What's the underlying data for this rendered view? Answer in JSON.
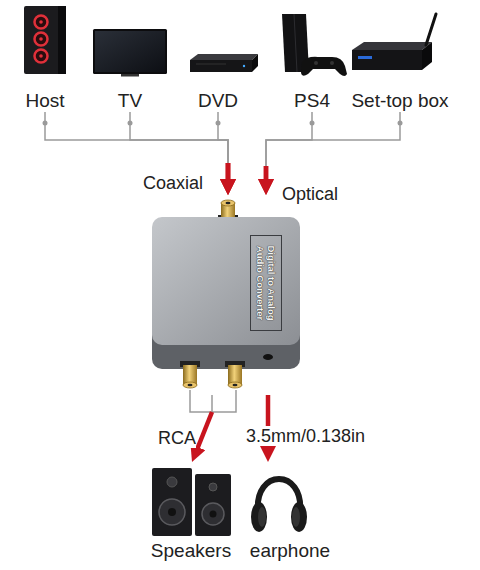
{
  "diagram": {
    "nodes": [
      {
        "text": [
          "Host"
        ]
      },
      {
        "text": [
          "TV"
        ]
      },
      {
        "text": [
          "DVD"
        ]
      },
      {
        "text": [
          "PS4"
        ]
      },
      {
        "text": [
          "Set-top box"
        ]
      },
      {
        "text": [
          "Digital to Analog",
          "Audio Converter"
        ]
      },
      {
        "text": [
          "Speakers"
        ]
      },
      {
        "text": [
          "earphone"
        ]
      }
    ],
    "edges": [
      {
        "from": 0,
        "to": 5,
        "arrow": "to"
      },
      {
        "from": 1,
        "to": 5,
        "arrow": "to"
      },
      {
        "from": 2,
        "to": 5,
        "arrow": "to"
      },
      {
        "from": 3,
        "to": 5,
        "arrow": "to"
      },
      {
        "from": 4,
        "to": 5,
        "arrow": "to"
      },
      {
        "from": 5,
        "to": 6,
        "label": "RCA",
        "arrow": "to"
      },
      {
        "from": 5,
        "to": 7,
        "label": "3.5mm/0.138in",
        "arrow": "to"
      }
    ],
    "labels": [
      "Coaxial",
      "Optical"
    ]
  }
}
